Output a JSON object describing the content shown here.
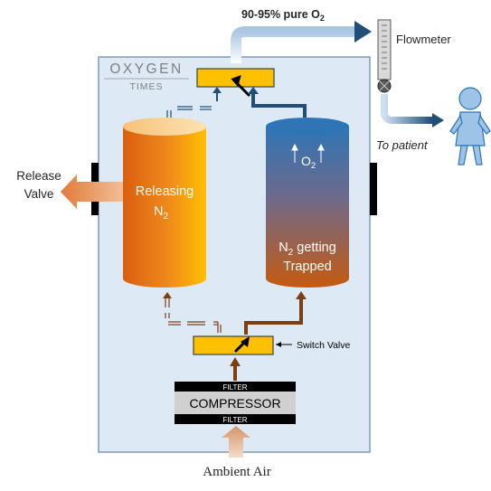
{
  "brand": {
    "name": "OXYGEN",
    "tagline": "TIMES"
  },
  "output_label": {
    "text": "90-95% pure O",
    "sub": "2"
  },
  "flowmeter_label": "Flowmeter",
  "to_patient_label": "To patient",
  "release_valve_label": {
    "line1": "Release",
    "line2": "Valve"
  },
  "left_cylinder": {
    "line1": "Releasing",
    "line2_main": "N",
    "line2_sub": "2"
  },
  "right_cylinder": {
    "top_main": "O",
    "top_sub": "2",
    "line1_main": "N",
    "line1_sub": "2",
    "line1_rest": " getting",
    "line2": "Trapped"
  },
  "switch_valve_label": "Switch Valve",
  "compressor": {
    "filter_top": "FILTER",
    "label": "COMPRESSOR",
    "filter_bottom": "FILTER"
  },
  "ambient_air_label": "Ambient Air",
  "colors": {
    "panel_fill": "#dde9f4",
    "panel_border": "#7e9bb6",
    "valve_fill": "#ffc000",
    "brown": "#7b3f14",
    "navy": "#1f4e79",
    "patient": "#9dc3e6",
    "release_arrow": "#e59b68"
  }
}
